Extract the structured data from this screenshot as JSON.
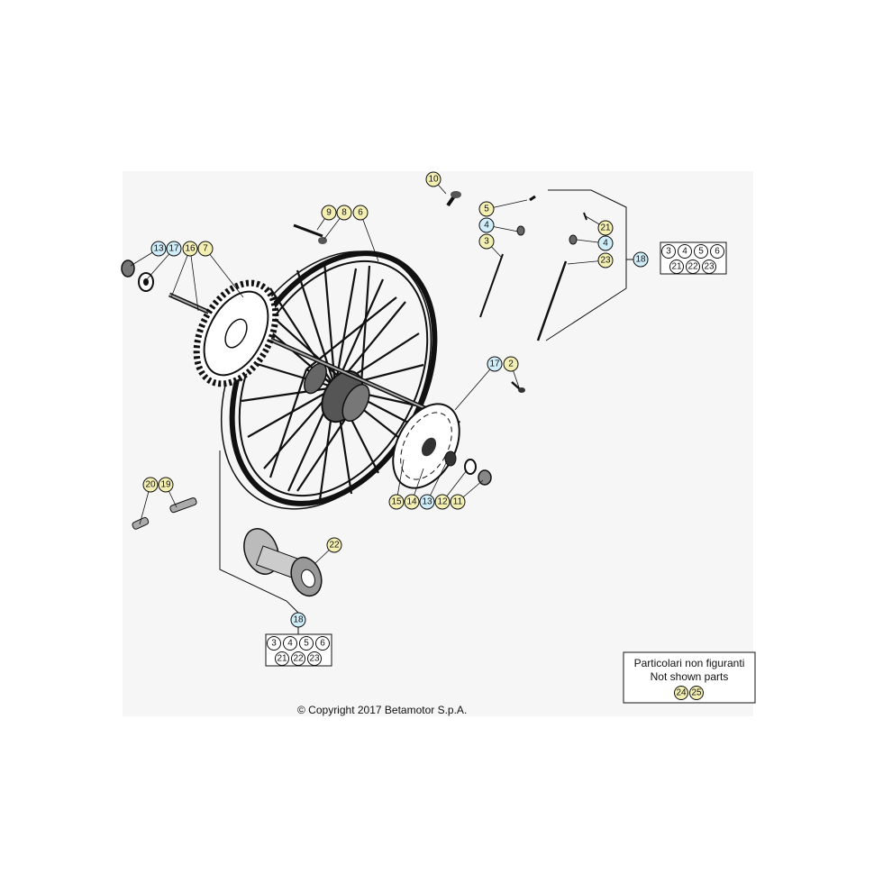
{
  "copyright": "© Copyright 2017 Betamotor S.p.A.",
  "not_shown_box": {
    "line1": "Particolari non figuranti",
    "line2": "Not shown parts",
    "parts": [
      "24",
      "25"
    ]
  },
  "kit_box_upper": {
    "callout": "18",
    "row1": [
      "3",
      "4",
      "5",
      "6"
    ],
    "row2": [
      "21",
      "22",
      "23"
    ]
  },
  "kit_box_lower": {
    "callout": "18",
    "row1": [
      "3",
      "4",
      "5",
      "6"
    ],
    "row2": [
      "21",
      "22",
      "23"
    ]
  },
  "colors": {
    "callout_yellow": "#f4f0b4",
    "callout_blue": "#cfeefa",
    "panel_bg": "#f6f6f6",
    "line": "#222222"
  },
  "callouts": [
    {
      "label": "10",
      "color": "yellow"
    },
    {
      "label": "9",
      "color": "yellow"
    },
    {
      "label": "8",
      "color": "yellow"
    },
    {
      "label": "6",
      "color": "yellow"
    },
    {
      "label": "5",
      "color": "yellow"
    },
    {
      "label": "4",
      "color": "blue"
    },
    {
      "label": "3",
      "color": "yellow"
    },
    {
      "label": "21",
      "color": "yellow"
    },
    {
      "label": "4",
      "color": "blue"
    },
    {
      "label": "23",
      "color": "yellow"
    },
    {
      "label": "13",
      "color": "blue"
    },
    {
      "label": "17",
      "color": "blue"
    },
    {
      "label": "16",
      "color": "yellow"
    },
    {
      "label": "7",
      "color": "yellow"
    },
    {
      "label": "17",
      "color": "blue"
    },
    {
      "label": "2",
      "color": "yellow"
    },
    {
      "label": "15",
      "color": "yellow"
    },
    {
      "label": "14",
      "color": "yellow"
    },
    {
      "label": "13",
      "color": "blue"
    },
    {
      "label": "12",
      "color": "yellow"
    },
    {
      "label": "11",
      "color": "yellow"
    },
    {
      "label": "20",
      "color": "yellow"
    },
    {
      "label": "19",
      "color": "yellow"
    },
    {
      "label": "22",
      "color": "yellow"
    }
  ]
}
